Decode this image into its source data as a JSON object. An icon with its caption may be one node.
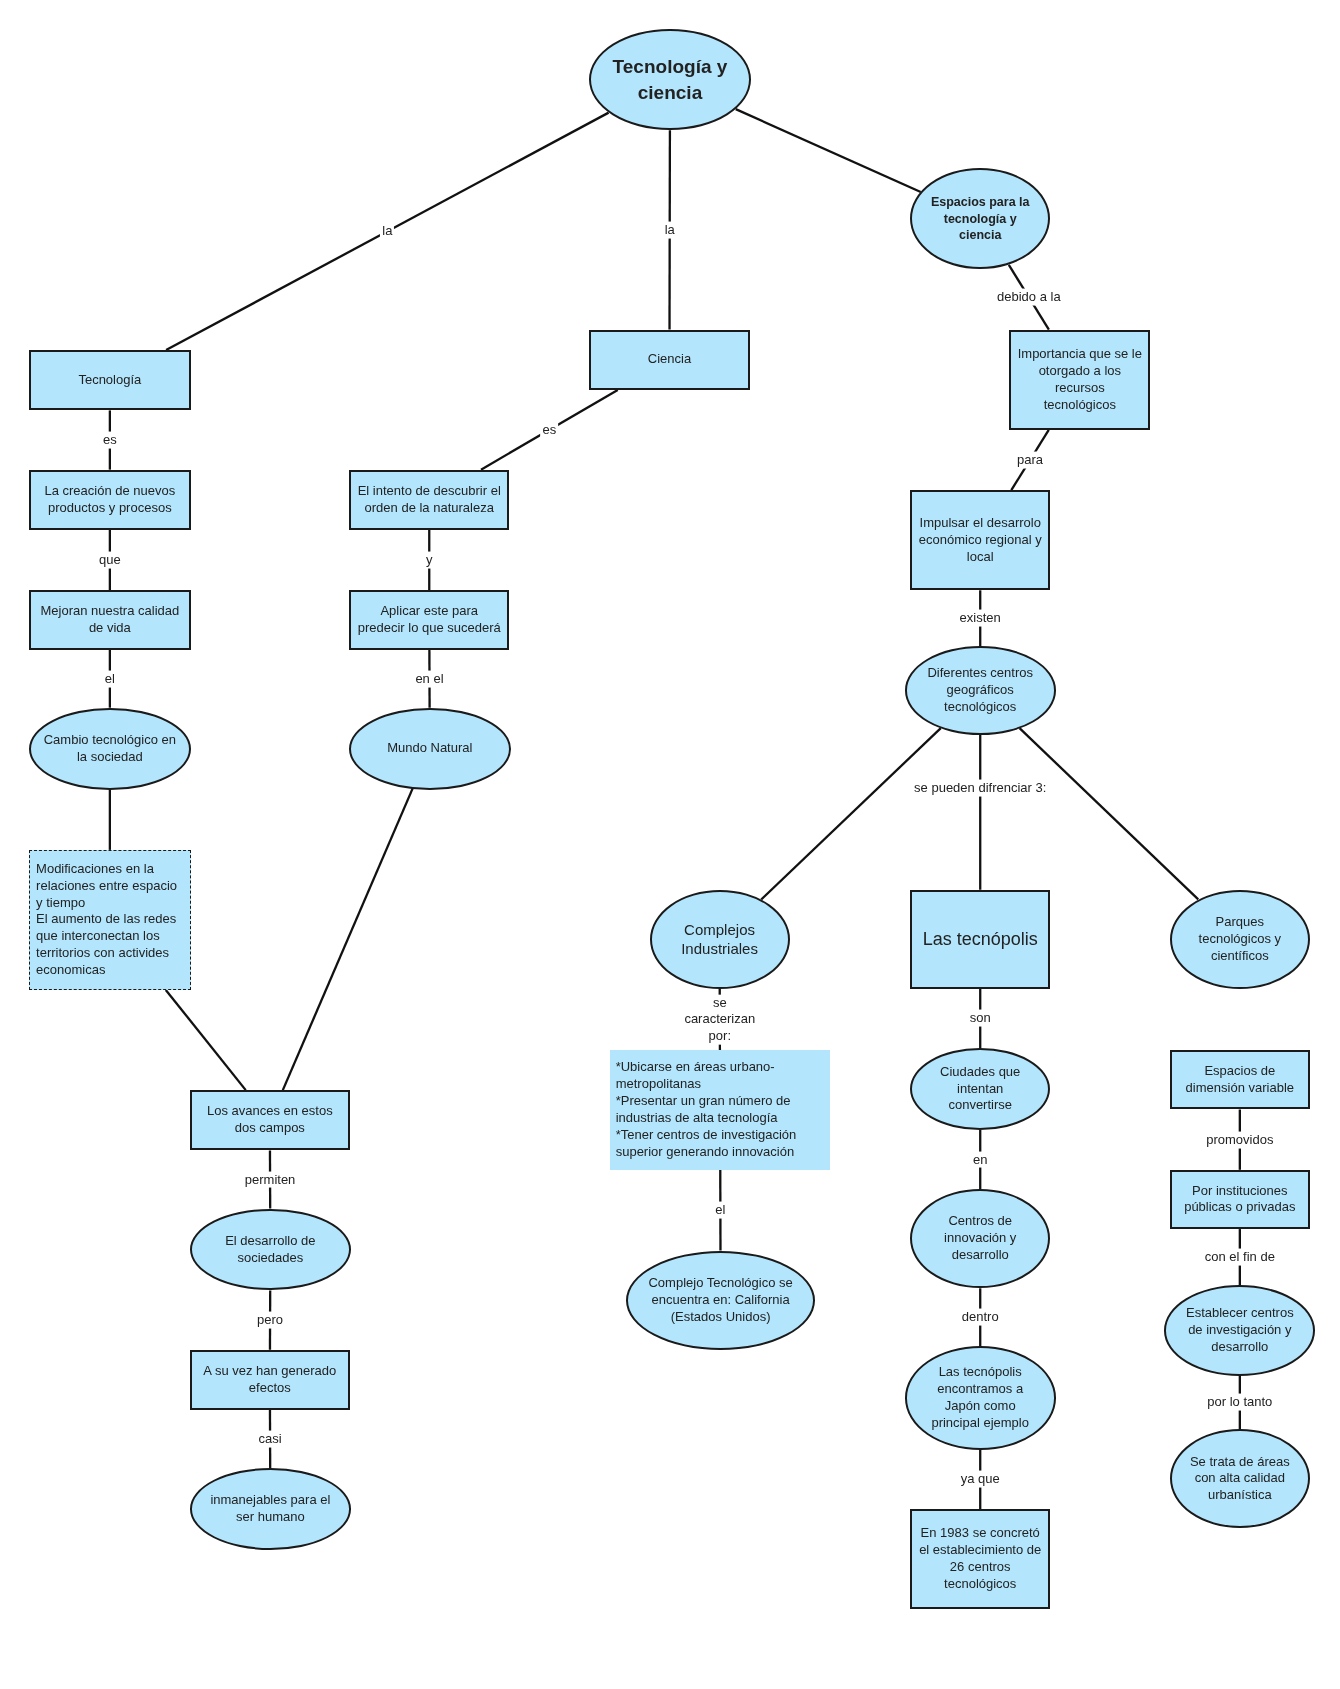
{
  "diagram": {
    "nodes": [
      {
        "text": [
          "Tecnología y ciencia"
        ]
      },
      {
        "text": [
          "Espacios para la tecnología y ciencia"
        ]
      },
      {
        "text": [
          "Tecnología"
        ]
      },
      {
        "text": [
          "Ciencia"
        ]
      },
      {
        "text": [
          "Importancia que se le otorgado a los recursos tecnológicos"
        ]
      },
      {
        "text": [
          "La creación de nuevos productos y procesos"
        ]
      },
      {
        "text": [
          "El intento de descubrir el orden de la naturaleza"
        ]
      },
      {
        "text": [
          "Impulsar el desarrolo económico regional y local"
        ]
      },
      {
        "text": [
          "Mejoran nuestra calidad de vida"
        ]
      },
      {
        "text": [
          "Aplicar este para predecir lo que sucederá"
        ]
      },
      {
        "text": [
          "Diferentes centros geográficos tecnológicos"
        ]
      },
      {
        "text": [
          "Cambio tecnológico en la sociedad"
        ]
      },
      {
        "text": [
          "Mundo Natural"
        ]
      },
      {
        "text": [
          "Modificaciones en la relaciones entre espacio y tiempo",
          "El aumento de las redes que interconectan los territorios con activides economicas"
        ]
      },
      {
        "text": [
          "Complejos Industriales"
        ]
      },
      {
        "text": [
          "Las tecnópolis"
        ]
      },
      {
        "text": [
          "Parques tecnológicos y científicos"
        ]
      },
      {
        "text": [
          "*Ubicarse en áreas urbano-metropolitanas",
          "*Presentar un gran número de industrias de alta tecnología",
          "*Tener centros de investigación superior generando innovación"
        ]
      },
      {
        "text": [
          "Ciudades que intentan convertirse"
        ]
      },
      {
        "text": [
          "Espacios de dimensión variable"
        ]
      },
      {
        "text": [
          "Los avances en estos dos campos"
        ]
      },
      {
        "text": [
          "Por instituciones públicas o privadas"
        ]
      },
      {
        "text": [
          "El desarrollo de sociedades"
        ]
      },
      {
        "text": [
          "Centros de innovación y desarrollo"
        ]
      },
      {
        "text": [
          "Complejo Tecnológico se encuentra en: California (Estados Unidos)"
        ]
      },
      {
        "text": [
          "Establecer centros de investigación y desarrollo"
        ]
      },
      {
        "text": [
          "A su vez han generado efectos"
        ]
      },
      {
        "text": [
          "Las tecnópolis encontramos a Japón como principal ejemplo"
        ]
      },
      {
        "text": [
          "Se trata de áreas con alta calidad urbanística"
        ]
      },
      {
        "text": [
          "inmanejables para el ser humano"
        ]
      },
      {
        "text": [
          "En 1983 se concretó el establecimiento de 26 centros tecnológicos"
        ]
      }
    ],
    "edges": [
      {
        "from": 0,
        "to": 2,
        "arrow": "none",
        "label": "la"
      },
      {
        "from": 0,
        "to": 3,
        "arrow": "none",
        "label": "la"
      },
      {
        "from": 0,
        "to": 1,
        "arrow": "none"
      },
      {
        "from": 1,
        "to": 4,
        "arrow": "none",
        "label": "debido a la"
      },
      {
        "from": 3,
        "to": 6,
        "arrow": "none",
        "label": "es"
      },
      {
        "from": 2,
        "to": 5,
        "arrow": "none",
        "label": "es"
      },
      {
        "from": 5,
        "to": 8,
        "arrow": "none",
        "label": "que"
      },
      {
        "from": 8,
        "to": 11,
        "arrow": "none",
        "label": "el"
      },
      {
        "from": 11,
        "to": 13,
        "arrow": "none"
      },
      {
        "from": 13,
        "to": 20,
        "arrow": "none"
      },
      {
        "from": 12,
        "to": 20,
        "arrow": "none"
      },
      {
        "from": 6,
        "to": 9,
        "arrow": "none",
        "label": "y"
      },
      {
        "from": 9,
        "to": 12,
        "arrow": "none",
        "label": "en el"
      },
      {
        "from": 4,
        "to": 7,
        "arrow": "none",
        "label": "para"
      },
      {
        "from": 7,
        "to": 10,
        "arrow": "none",
        "label": "existen"
      },
      {
        "from": 10,
        "to": 14,
        "arrow": "none"
      },
      {
        "from": 10,
        "to": 15,
        "arrow": "none",
        "label": "se pueden difrenciar 3:"
      },
      {
        "from": 10,
        "to": 16,
        "arrow": "none"
      },
      {
        "from": 14,
        "to": 17,
        "arrow": "none",
        "label": "se caracterizan por:"
      },
      {
        "from": 17,
        "to": 24,
        "arrow": "none",
        "label": "el"
      },
      {
        "from": 15,
        "to": 18,
        "arrow": "none",
        "label": "son"
      },
      {
        "from": 18,
        "to": 23,
        "arrow": "none",
        "label": "en"
      },
      {
        "from": 23,
        "to": 27,
        "arrow": "none",
        "label": "dentro"
      },
      {
        "from": 27,
        "to": 30,
        "arrow": "none",
        "label": "ya que"
      },
      {
        "from": 19,
        "to": 21,
        "arrow": "none",
        "label": "promovidos"
      },
      {
        "from": 21,
        "to": 25,
        "arrow": "none",
        "label": "con el fin de"
      },
      {
        "from": 25,
        "to": 28,
        "arrow": "none",
        "label": "por lo tanto"
      },
      {
        "from": 20,
        "to": 22,
        "arrow": "none",
        "label": "permiten"
      },
      {
        "from": 22,
        "to": 26,
        "arrow": "none",
        "label": "pero"
      },
      {
        "from": 26,
        "to": 29,
        "arrow": "none",
        "label": "casi"
      }
    ]
  }
}
